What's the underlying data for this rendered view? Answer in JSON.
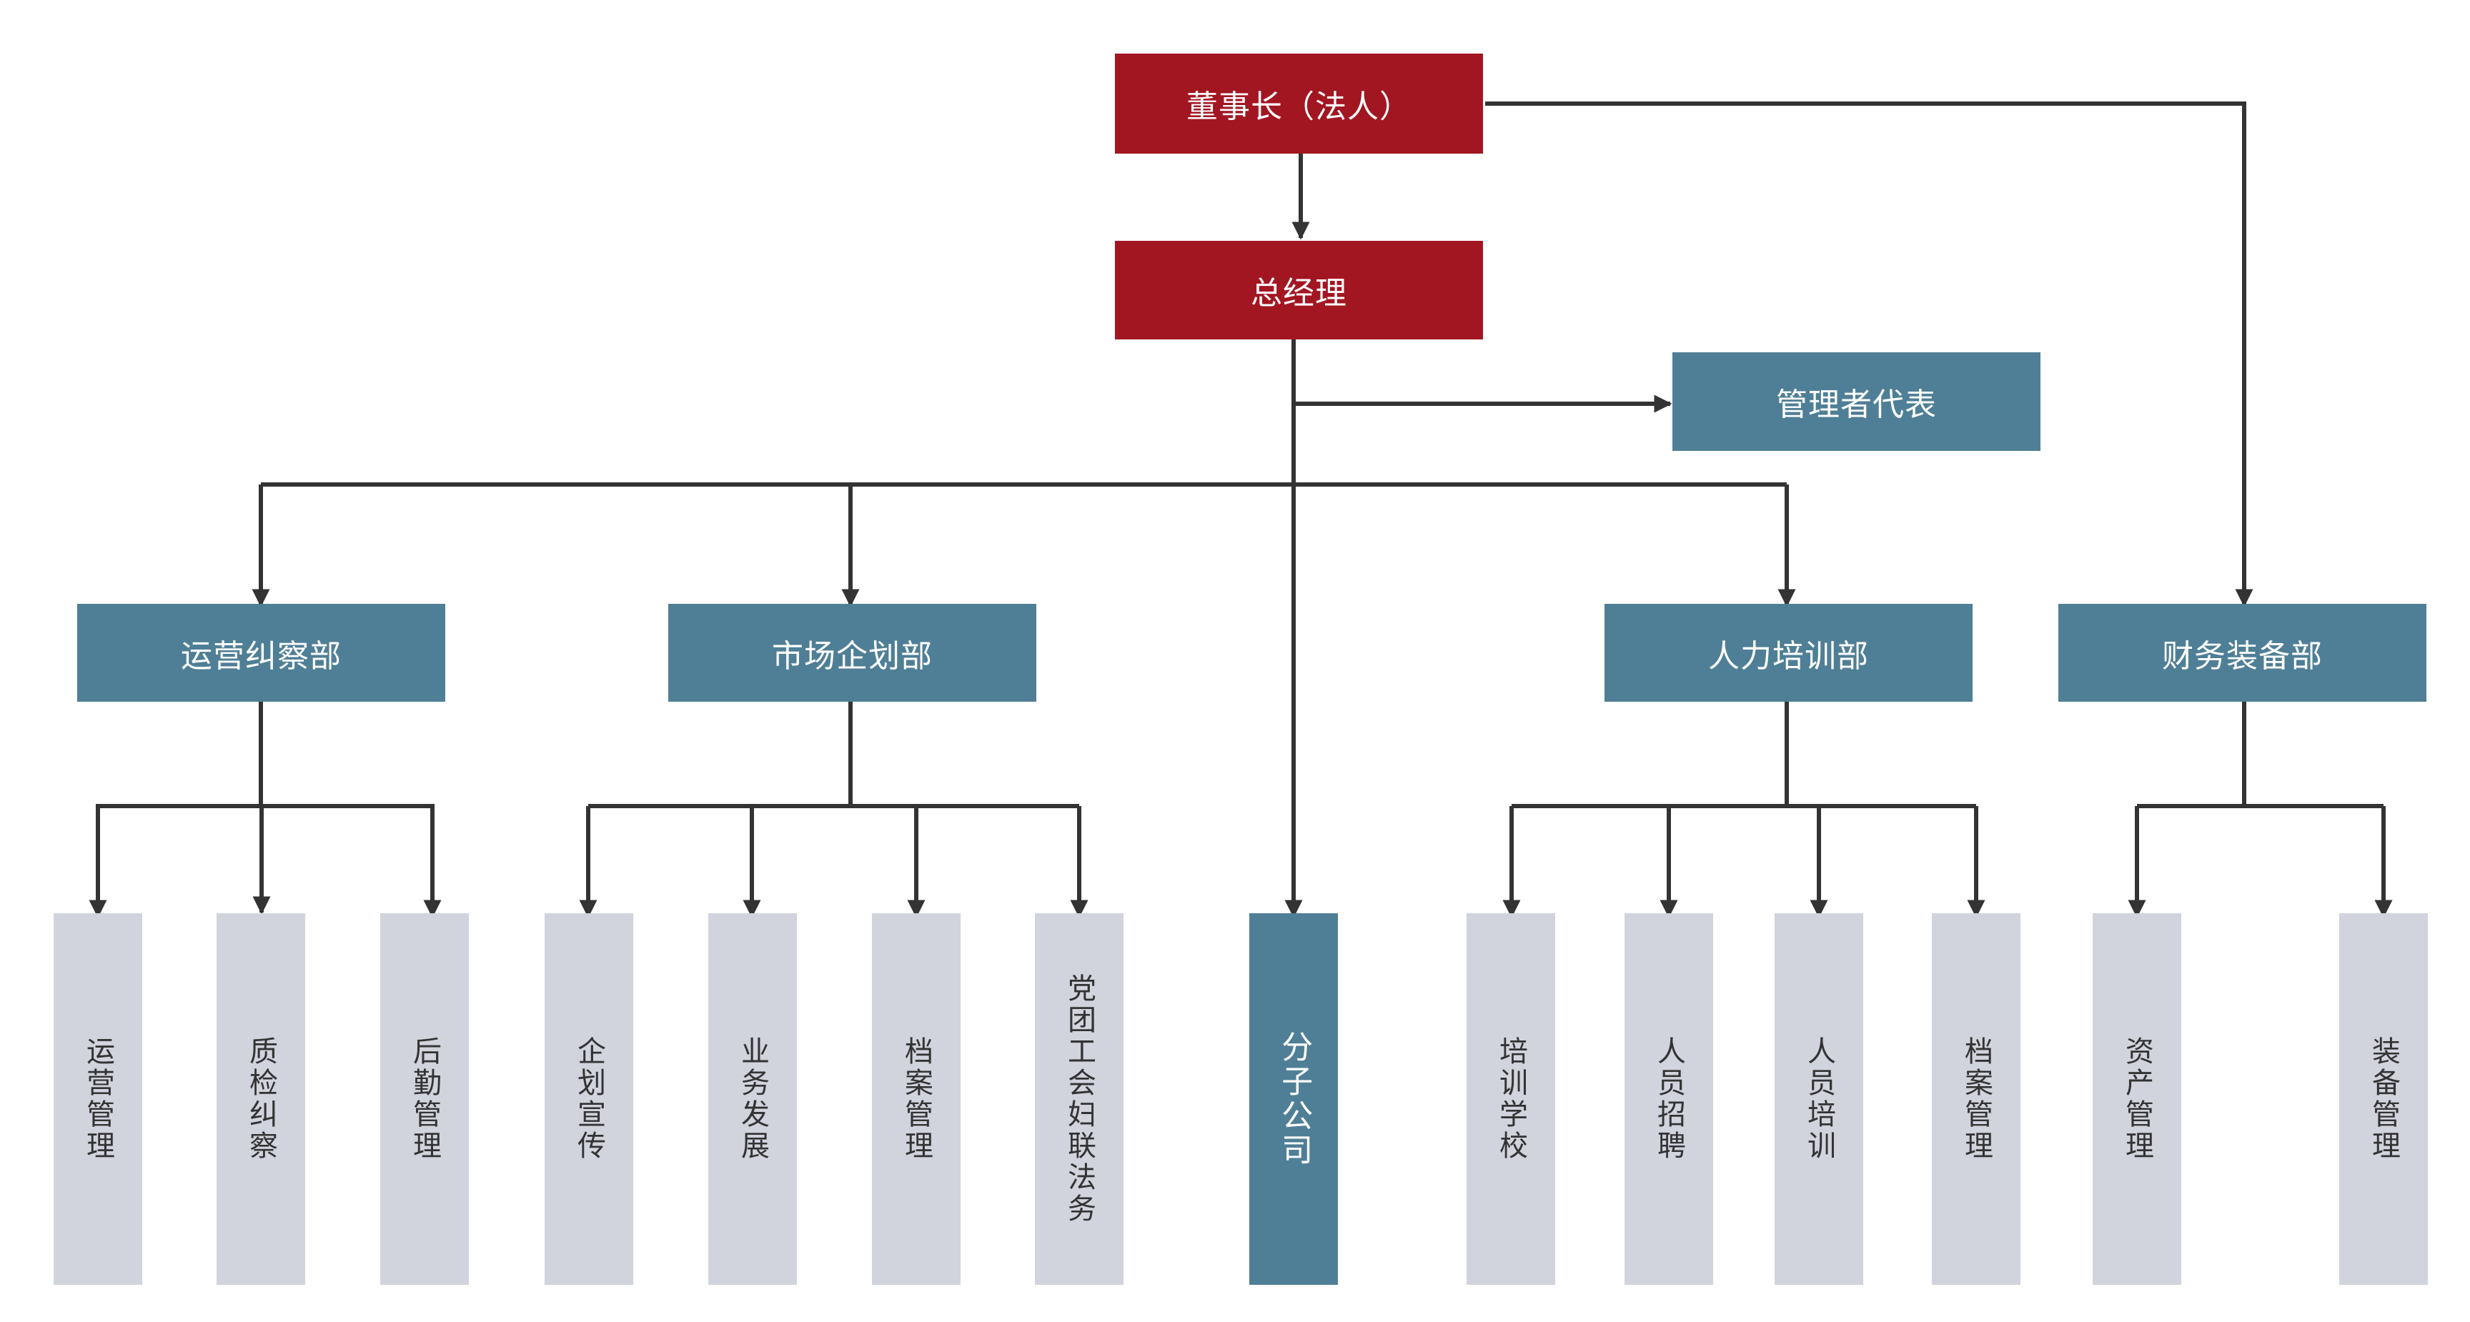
{
  "top": {
    "chairman": "董事长（法人）",
    "general_manager": "总经理",
    "mgmt_rep": "管理者代表"
  },
  "departments": {
    "ops": "运营纠察部",
    "market": "市场企划部",
    "hr": "人力培训部",
    "finance": "财务装备部"
  },
  "units": {
    "ops_mgmt": "运营管理",
    "qc": "质检纠察",
    "logistics": "后勤管理",
    "planning": "企划宣传",
    "biz_dev": "业务发展",
    "archive_a": "档案管理",
    "party": "党团工会妇联法务",
    "branch": "分子公司",
    "school": "培训学校",
    "recruit": "人员招聘",
    "training": "人员培训",
    "archive_b": "档案管理",
    "asset": "资产管理",
    "equipment": "装备管理"
  },
  "colors": {
    "executive": "#a21622",
    "department": "#4f7f96",
    "unit": "#d1d3dd",
    "connector": "#333333"
  }
}
